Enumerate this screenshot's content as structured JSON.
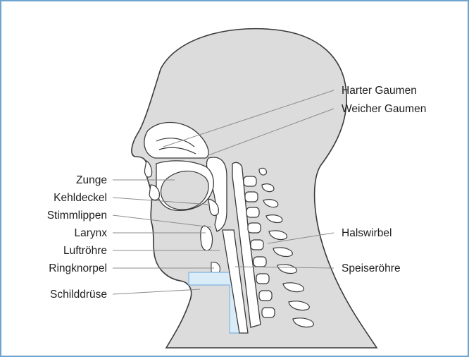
{
  "labels": {
    "left": [
      "Zunge",
      "Kehldeckel",
      "Stimmlippen",
      "Larynx",
      "Luftröhre",
      "Ringknorpel",
      "Schilddrüse"
    ],
    "right": [
      "Harter Gaumen",
      "Weicher Gaumen",
      "Halswirbel",
      "Speiseröhre"
    ]
  },
  "colors": {
    "frame": "#6fa3d0",
    "tissue": "#dcdcdc",
    "outline": "#3a3a3a",
    "leader": "#8c8c8c",
    "highlight": "#d9ecf8",
    "highlight_stroke": "#8fbce0"
  }
}
